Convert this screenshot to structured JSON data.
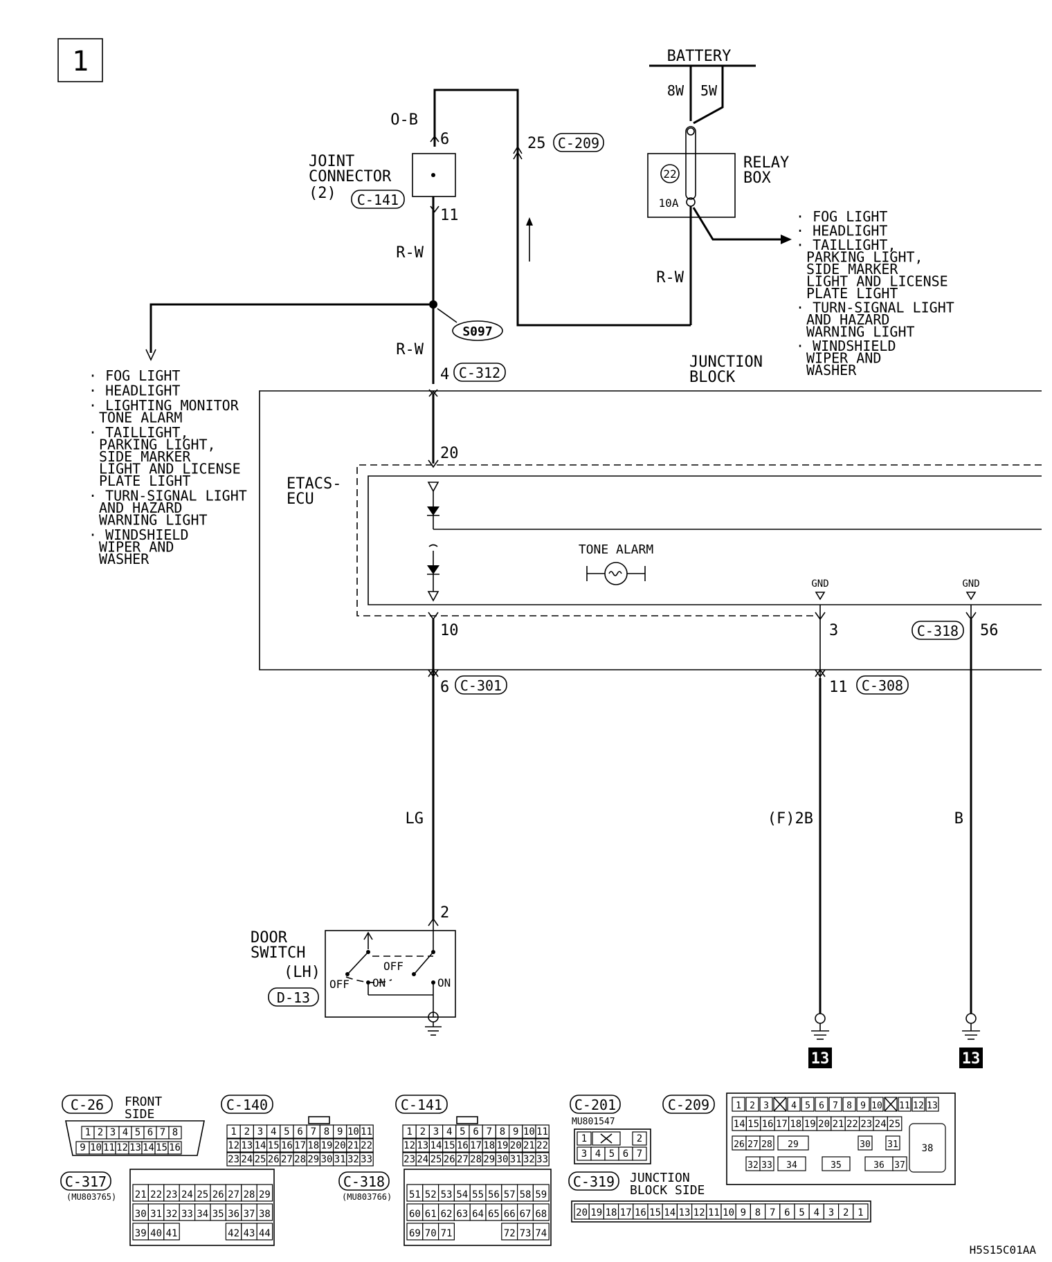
{
  "page_number": "1",
  "battery": {
    "label": "BATTERY",
    "wire_left": "8W",
    "wire_right": "5W"
  },
  "relay_box": {
    "label_line1": "RELAY",
    "label_line2": "BOX",
    "fuse_number": "22",
    "fuse_rating": "10A",
    "wire": "R-W"
  },
  "relay_outputs": [
    [
      "· FOG LIGHT"
    ],
    [
      "· HEADLIGHT"
    ],
    [
      "· TAILLIGHT,",
      "PARKING LIGHT,",
      "SIDE MARKER",
      "LIGHT AND LICENSE",
      "PLATE LIGHT"
    ],
    [
      "· TURN-SIGNAL LIGHT",
      "AND HAZARD",
      "WARNING LIGHT"
    ],
    [
      "· WINDSHIELD",
      "WIPER AND",
      "WASHER"
    ]
  ],
  "joint_connector": {
    "line1": "JOINT",
    "line2": "CONNECTOR",
    "line3": "(2)",
    "connector": "C-141",
    "pin_top": "6",
    "pin_bottom": "11",
    "wire_top": "O-B",
    "wire_bottom": "R-W"
  },
  "c209_pin": {
    "pin": "25",
    "connector": "C-209"
  },
  "splice": {
    "label": "S097",
    "wire_below": "R-W"
  },
  "splice_outputs": [
    [
      "· FOG LIGHT"
    ],
    [
      "· HEADLIGHT"
    ],
    [
      "· LIGHTING MONITOR",
      "TONE ALARM"
    ],
    [
      "· TAILLIGHT,",
      "PARKING LIGHT,",
      "SIDE MARKER",
      "LIGHT AND LICENSE",
      "PLATE LIGHT"
    ],
    [
      "· TURN-SIGNAL LIGHT",
      "AND HAZARD",
      "WARNING LIGHT"
    ],
    [
      "· WINDSHIELD",
      "WIPER AND",
      "WASHER"
    ]
  ],
  "junction_block": {
    "line1": "JUNCTION",
    "line2": "BLOCK",
    "input_pin": "4",
    "input_connector": "C-312"
  },
  "etacs": {
    "line1": "ETACS-",
    "line2": "ECU",
    "pin_in": "20",
    "pin_out": "10",
    "pin_gnd": "3",
    "gnd_label": "GND",
    "tone_alarm": "TONE ALARM"
  },
  "gnd2": {
    "label": "GND",
    "connector": "C-318",
    "pin": "56"
  },
  "lower_pins": {
    "pin_a": "6",
    "conn_a": "C-301",
    "pin_b": "11",
    "conn_b": "C-308"
  },
  "wires_lower": {
    "lg": "LG",
    "f2b": "(F)2B",
    "b": "B"
  },
  "door_switch": {
    "line1": "DOOR",
    "line2": "SWITCH",
    "line3": "(LH)",
    "connector": "D-13",
    "pin": "2",
    "off": "OFF",
    "on": "ON"
  },
  "ground_ref": "13",
  "connectors": {
    "c26": {
      "name": "C-26",
      "note1": "FRONT",
      "note2": "SIDE",
      "row1": [
        "1",
        "2",
        "3",
        "4",
        "5",
        "6",
        "7",
        "8"
      ],
      "row2": [
        "9",
        "10",
        "11",
        "12",
        "13",
        "14",
        "15",
        "16"
      ]
    },
    "c140": {
      "name": "C-140",
      "rows": [
        [
          "1",
          "2",
          "3",
          "4",
          "5",
          "6",
          "7",
          "8",
          "9",
          "10",
          "11"
        ],
        [
          "12",
          "13",
          "14",
          "15",
          "16",
          "17",
          "18",
          "19",
          "20",
          "21",
          "22"
        ],
        [
          "23",
          "24",
          "25",
          "26",
          "27",
          "28",
          "29",
          "30",
          "31",
          "32",
          "33"
        ]
      ]
    },
    "c141": {
      "name": "C-141",
      "rows": [
        [
          "1",
          "2",
          "3",
          "4",
          "5",
          "6",
          "7",
          "8",
          "9",
          "10",
          "11"
        ],
        [
          "12",
          "13",
          "14",
          "15",
          "16",
          "17",
          "18",
          "19",
          "20",
          "21",
          "22"
        ],
        [
          "23",
          "24",
          "25",
          "26",
          "27",
          "28",
          "29",
          "30",
          "31",
          "32",
          "33"
        ]
      ]
    },
    "c201": {
      "name": "C-201",
      "part": "MU801547",
      "row1": [
        "1",
        "",
        "2"
      ],
      "row2": [
        "3",
        "4",
        "5",
        "6",
        "7"
      ]
    },
    "c209": {
      "name": "C-209",
      "row1": [
        "1",
        "2",
        "3",
        "",
        "4",
        "5",
        "6",
        "7",
        "8",
        "9",
        "10",
        "",
        "11",
        "12",
        "13"
      ],
      "row2": [
        "14",
        "15",
        "16",
        "17",
        "18",
        "19",
        "20",
        "21",
        "22",
        "23",
        "24",
        "25"
      ],
      "row3": [
        "26",
        "27",
        "28",
        "29",
        "30",
        "31"
      ],
      "row4": [
        "32",
        "33",
        "34",
        "35",
        "36",
        "37"
      ],
      "big": "38"
    },
    "c317": {
      "name": "C-317",
      "part": "(MU803765)",
      "rows": [
        [
          "21",
          "22",
          "23",
          "24",
          "25",
          "26",
          "27",
          "28",
          "29"
        ],
        [
          "30",
          "31",
          "32",
          "33",
          "34",
          "35",
          "36",
          "37",
          "38"
        ],
        [
          "39",
          "40",
          "41",
          "",
          "",
          "",
          "42",
          "43",
          "44"
        ]
      ]
    },
    "c318": {
      "name": "C-318",
      "part": "(MU803766)",
      "rows": [
        [
          "51",
          "52",
          "53",
          "54",
          "55",
          "56",
          "57",
          "58",
          "59"
        ],
        [
          "60",
          "61",
          "62",
          "63",
          "64",
          "65",
          "66",
          "67",
          "68"
        ],
        [
          "69",
          "70",
          "71",
          "",
          "",
          "",
          "72",
          "73",
          "74"
        ]
      ]
    },
    "c319": {
      "name": "C-319",
      "note1": "JUNCTION",
      "note2": "BLOCK SIDE",
      "pins": [
        "20",
        "19",
        "18",
        "17",
        "16",
        "15",
        "14",
        "13",
        "12",
        "11",
        "10",
        "9",
        "8",
        "7",
        "6",
        "5",
        "4",
        "3",
        "2",
        "1"
      ]
    }
  },
  "figure_code": "H5S15C01AA"
}
